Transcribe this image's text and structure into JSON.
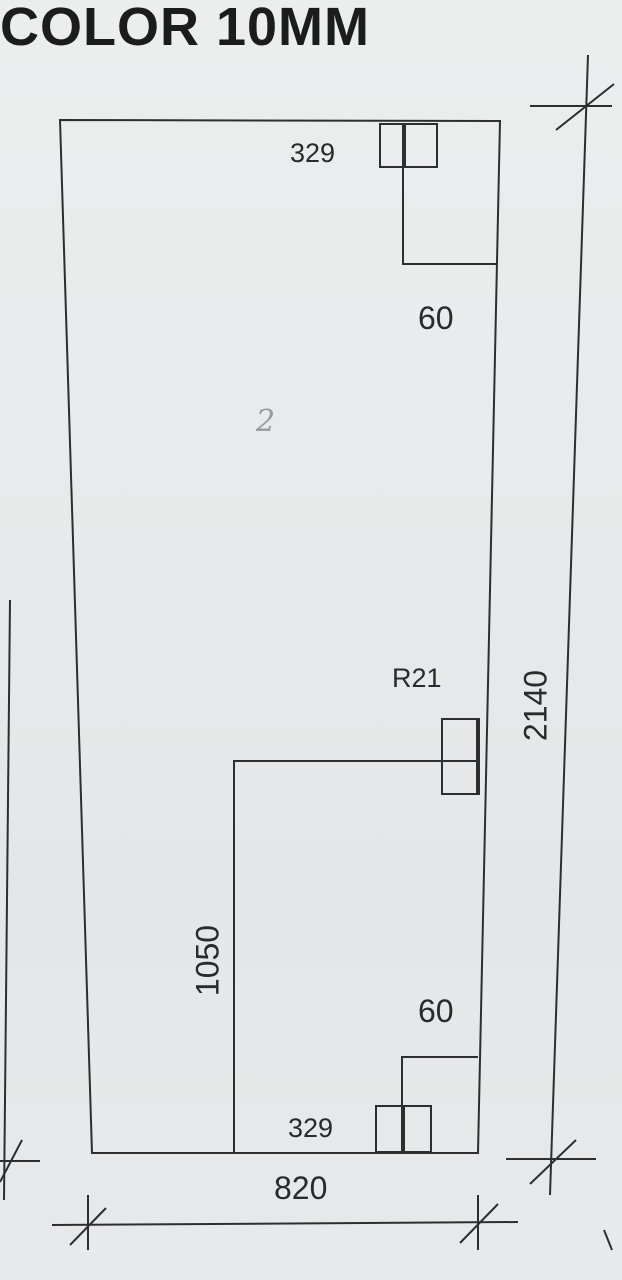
{
  "drawing": {
    "title": "COLOR 10MM",
    "label_329_top": "329",
    "label_60_top": "60",
    "handwritten_mark": "2",
    "label_r21": "R21",
    "label_2140": "2140",
    "label_1050": "1050",
    "label_60_bottom": "60",
    "label_329_bottom": "329",
    "label_820": "820"
  }
}
